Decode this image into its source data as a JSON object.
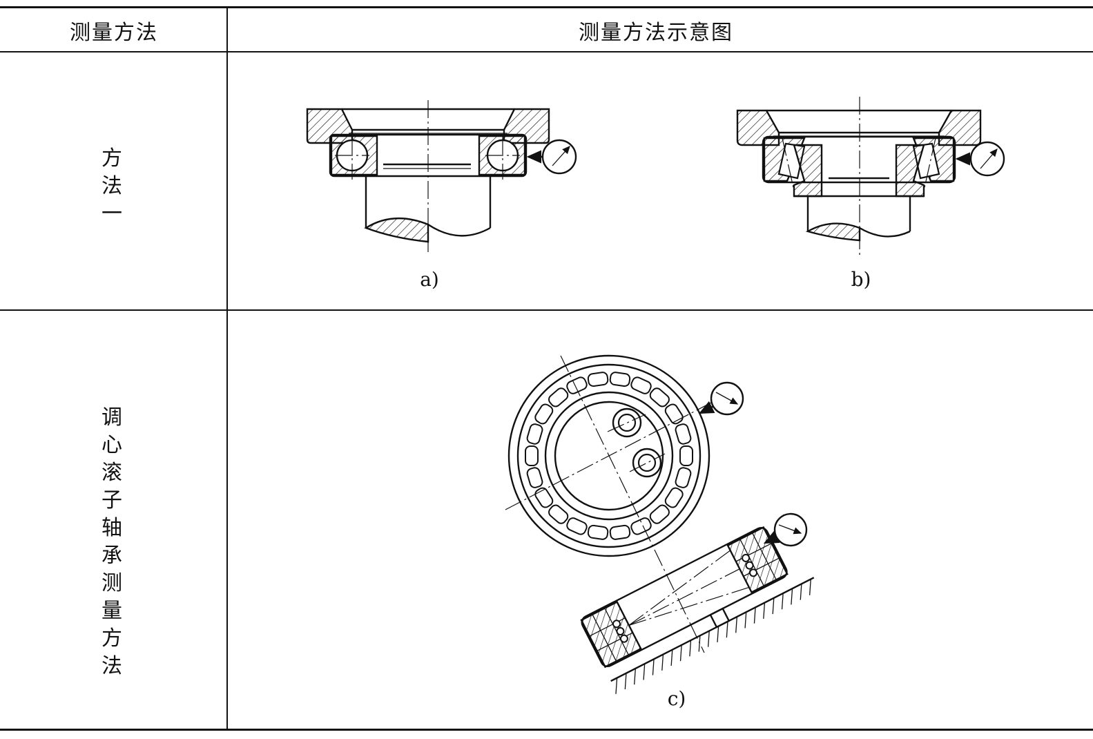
{
  "table": {
    "header": {
      "col1": "测量方法",
      "col2": "测量方法示意图"
    },
    "rows": [
      {
        "method": "方\n法\n一",
        "captions": [
          "a)",
          "b)"
        ]
      },
      {
        "method": "调\n心\n滚\n子\n轴\n承\n测\n量\n方\n法",
        "captions": [
          "c)"
        ]
      }
    ]
  },
  "figures": {
    "a": {
      "icon": "deep-groove-ball-bearing-section-with-dial-indicator"
    },
    "b": {
      "icon": "tapered-roller-bearing-section-with-dial-indicator"
    },
    "c": {
      "icon": "spherical-roller-bearing-on-inclined-support-with-dial-indicators"
    }
  }
}
